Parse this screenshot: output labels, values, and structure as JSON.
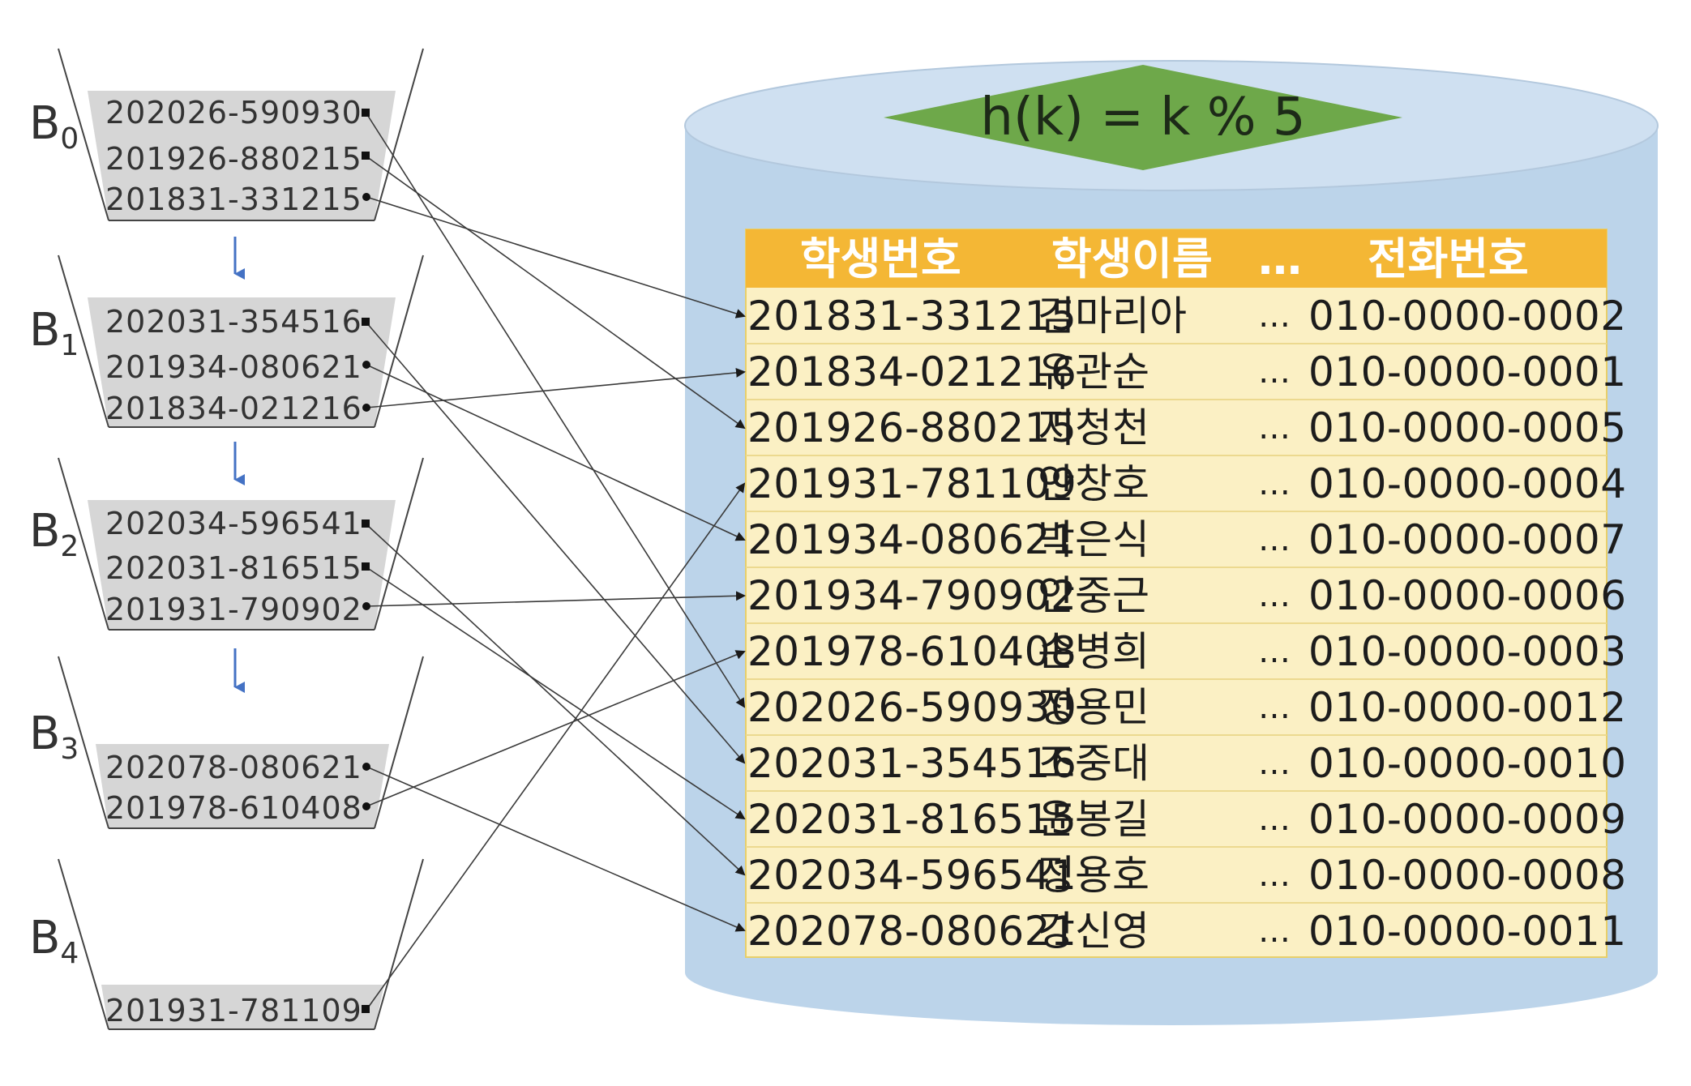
{
  "hash_function": "h(k) = k % 5",
  "buckets": [
    {
      "label": "B",
      "index": "0",
      "keys": [
        "202026-590930",
        "201926-880215",
        "201831-331215"
      ]
    },
    {
      "label": "B",
      "index": "1",
      "keys": [
        "202031-354516",
        "201934-080621",
        "201834-021216"
      ]
    },
    {
      "label": "B",
      "index": "2",
      "keys": [
        "202034-596541",
        "202031-816515",
        "201931-790902"
      ]
    },
    {
      "label": "B",
      "index": "3",
      "keys": [
        "202078-080621",
        "201978-610408"
      ]
    },
    {
      "label": "B",
      "index": "4",
      "keys": [
        "201931-781109"
      ]
    }
  ],
  "table": {
    "headers": [
      "학생번호",
      "학생이름",
      "…",
      "전화번호"
    ],
    "rows": [
      {
        "id": "201831-331215",
        "name": "김마리아",
        "dots": "…",
        "phone": "010-0000-0002"
      },
      {
        "id": "201834-021216",
        "name": "유관순",
        "dots": "…",
        "phone": "010-0000-0001"
      },
      {
        "id": "201926-880215",
        "name": "지청천",
        "dots": "…",
        "phone": "010-0000-0005"
      },
      {
        "id": "201931-781109",
        "name": "안창호",
        "dots": "…",
        "phone": "010-0000-0004"
      },
      {
        "id": "201934-080621",
        "name": "박은식",
        "dots": "…",
        "phone": "010-0000-0007"
      },
      {
        "id": "201934-790902",
        "name": "안중근",
        "dots": "…",
        "phone": "010-0000-0006"
      },
      {
        "id": "201978-610408",
        "name": "손병희",
        "dots": "…",
        "phone": "010-0000-0003"
      },
      {
        "id": "202026-590930",
        "name": "정용민",
        "dots": "…",
        "phone": "010-0000-0012"
      },
      {
        "id": "202031-354516",
        "name": "조중대",
        "dots": "…",
        "phone": "010-0000-0010"
      },
      {
        "id": "202031-816515",
        "name": "윤봉길",
        "dots": "…",
        "phone": "010-0000-0009"
      },
      {
        "id": "202034-596541",
        "name": "정용호",
        "dots": "…",
        "phone": "010-0000-0008"
      },
      {
        "id": "202078-080621",
        "name": "강신영",
        "dots": "…",
        "phone": "010-0000-0011"
      }
    ]
  },
  "colors": {
    "cylinder": "#bcd4ea",
    "cylinder_top": "#cfe0f1",
    "diamond": "#6ea84a",
    "table_header": "#f4b735",
    "table_row": "#fbf0c4",
    "bucket_fill": "#d6d6d6",
    "chain_arrow": "#4472c4",
    "pointer_line": "#3a3a3a"
  }
}
